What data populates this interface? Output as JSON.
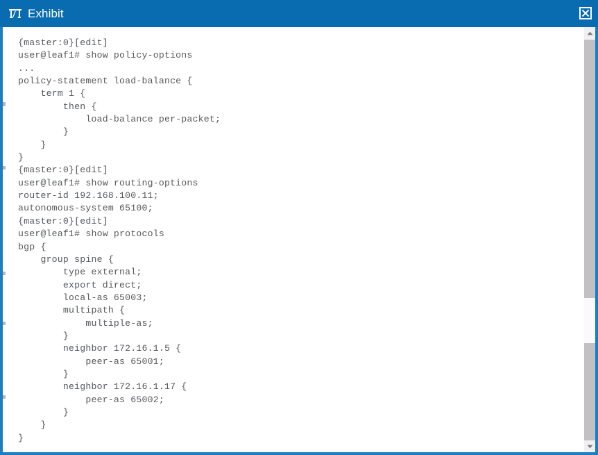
{
  "window": {
    "title": "Exhibit",
    "icon": "exhibit-easel-icon",
    "close_label": "×",
    "accent_color": "#0a6cb0",
    "border_color": "#1b7fc4",
    "body_background": "#ffffff",
    "text_color": "#55585c"
  },
  "content": {
    "type": "cli-output",
    "device": "leaf1",
    "lines": [
      "{master:0}[edit]",
      "user@leaf1# show policy-options",
      "...",
      "policy-statement load-balance {",
      "    term 1 {",
      "        then {",
      "            load-balance per-packet;",
      "        }",
      "    }",
      "}",
      "{master:0}[edit]",
      "user@leaf1# show routing-options",
      "router-id 192.168.100.11;",
      "autonomous-system 65100;",
      "{master:0}[edit]",
      "user@leaf1# show protocols",
      "bgp {",
      "    group spine {",
      "        type external;",
      "        export direct;",
      "        local-as 65003;",
      "        multipath {",
      "            multiple-as;",
      "        }",
      "        neighbor 172.16.1.5 {",
      "            peer-as 65001;",
      "        }",
      "        neighbor 172.16.1.17 {",
      "            peer-as 65002;",
      "        }",
      "    }",
      "}"
    ],
    "text": "{master:0}[edit]\nuser@leaf1# show policy-options\n...\npolicy-statement load-balance {\n    term 1 {\n        then {\n            load-balance per-packet;\n        }\n    }\n}\n{master:0}[edit]\nuser@leaf1# show routing-options\nrouter-id 192.168.100.11;\nautonomous-system 65100;\n{master:0}[edit]\nuser@leaf1# show protocols\nbgp {\n    group spine {\n        type external;\n        export direct;\n        local-as 65003;\n        multipath {\n            multiple-as;\n        }\n        neighbor 172.16.1.5 {\n            peer-as 65001;\n        }\n        neighbor 172.16.1.17 {\n            peer-as 65002;\n        }\n    }\n}"
  },
  "scrollbar": {
    "up_arrow": "scroll-up-icon",
    "down_arrow": "scroll-down-icon",
    "orientation": "vertical"
  }
}
